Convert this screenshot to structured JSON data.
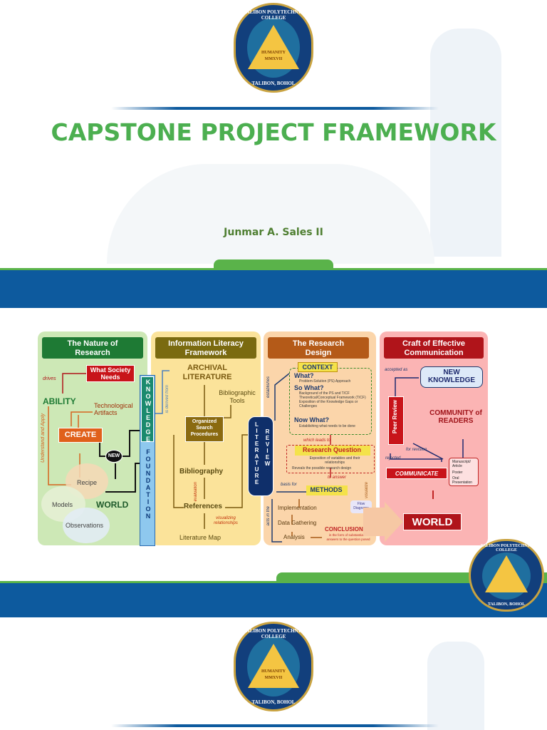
{
  "slide1": {
    "seal_lines": [
      "TALIBON POLYTECHNIC COLLEGE",
      "HUMANITY",
      "MMXVII",
      "TALIBON, BOHOL"
    ],
    "title": "CAPSTONE PROJECT FRAMEWORK",
    "author": "Junmar A. Sales II"
  },
  "diagram": {
    "nature": {
      "heading": "The Nature of Research",
      "what_society_needs": "What Society Needs",
      "drives": "drives",
      "ability": "ABILITY",
      "understand_apply": "Understand and Apply",
      "tech_artifacts": "Technological Artifacts",
      "create": "CREATE",
      "new": "NEW",
      "recipe": "Recipe",
      "models": "Models",
      "world": "WORLD",
      "observations": "Observations",
      "knowledge": "KNOWLEDGE",
      "foundation": "FOUNDATION"
    },
    "literacy": {
      "heading": "Information Literacy Framework",
      "archival": "ARCHIVAL LITERATURE",
      "is_derived_from": "is derived from",
      "bib_tools": "Bibliographic Tools",
      "organized": "Organized Search Procedures",
      "bibliography": "Bibliography",
      "evaluation": "evaluation",
      "references": "References",
      "visualizing": "visualizing relationships",
      "lit_map": "Literature Map",
      "literature": "LITERATURE",
      "review": "REVIEW"
    },
    "design": {
      "heading": "The Research Design",
      "establishes": "establishes",
      "context": "CONTEXT",
      "what": "What?",
      "what_desc": "Problem-Solution (PS) Approach",
      "so_what": "So What?",
      "so_what_desc": "Background of the PS and T/CF Theoretical/Conceptual Framework (T/CF) Exposition of the Knowledge Gaps or Challenges",
      "now_what": "Now What?",
      "now_what_desc": "Establishing what needs to be done",
      "which_leads_to": "which leads to",
      "research_question": "Research Question",
      "rq_desc": "Exposition of variables and their relationships",
      "rq_desc2": "Reveals the possible research design",
      "to_answer": "to answer",
      "basis_for": "basis for",
      "methods": "METHODS",
      "visualize": "visualize",
      "flow_diagrams": "Flow Diagrams",
      "acts_in_the": "acts in the",
      "implementation": "Implementation",
      "data_gathering": "Data Gathering",
      "analysis": "Analysis",
      "conclusions": "CONCLUSIONS",
      "conclusions_desc": "in the form of substantiated answers to the question posed"
    },
    "craft": {
      "heading": "Craft of Effective Communication",
      "accepted_as": "accepted as",
      "new_knowledge": "NEW KNOWLEDGE",
      "peer_review": "Peer Review",
      "community": "COMMUNITY of READERS",
      "for_revision": "for revision",
      "rejected": "rejected",
      "communicate": "COMMUNICATE",
      "manuscript": "Manuscript/ Article",
      "poster": "Poster",
      "oral": "Oral Presentation",
      "world": "WORLD"
    }
  },
  "colors": {
    "title_green": "#4caf50",
    "band_blue": "#0d5a9e",
    "band_green": "#5ab34a"
  }
}
